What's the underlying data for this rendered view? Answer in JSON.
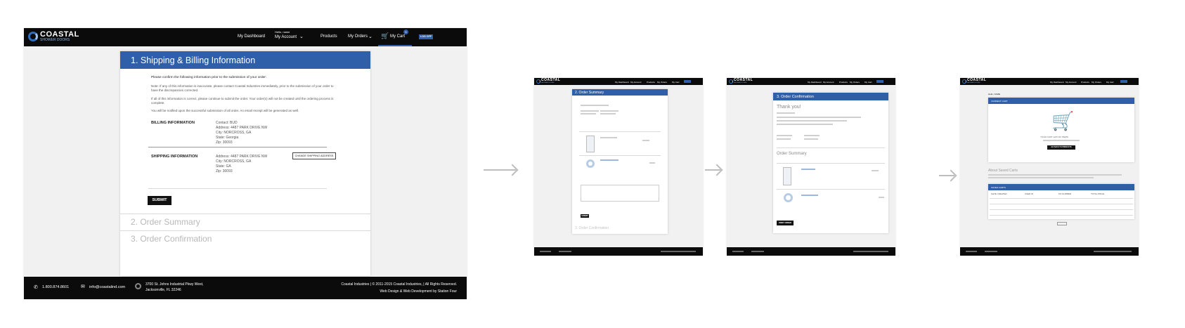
{
  "header": {
    "brand": "COASTAL",
    "brand_sub": "SHOWER DOORS",
    "nav": [
      "My Dashboard",
      "My Account",
      "Products",
      "My Orders",
      "My Cart"
    ],
    "greeting": "Hello, name",
    "cart_count": "5",
    "logout": "LOG OFF"
  },
  "main": {
    "step1_title": "1. Shipping & Billing Information",
    "intro": "Please confirm the following information prior to the submission of your order:",
    "para1": "Note: If any of this information is inaccurate, please contact Coastal Industries immediately, prior to the submission of your order to have the discrepancies corrected.",
    "para2": "If all of this information is correct, please continue to submit the order. Your order(s) will not be created until the ordering process is complete.",
    "para3": "You will be notified upon the successful submission of all order. An email receipt will be generated as well.",
    "billing_label": "BILLING INFORMATION",
    "billing_lines": [
      "Contact: BUD",
      "Address: 4487 PARK DRIVE NW",
      "City: NORCROSS, GA",
      "State: Georgia",
      "Zip: 30093"
    ],
    "shipping_label": "SHIPPING INFORMATION",
    "shipping_lines": [
      "Address: 4487 PARK DRIVE NW",
      "City: NORCROSS, GA",
      "State: GA",
      "Zip: 30093"
    ],
    "change_address": "CHANGE SHIPPING ADDRESS",
    "submit": "SUBMIT",
    "step2_title": "2. Order Summary",
    "step3_title": "3. Order Confirmation"
  },
  "footer": {
    "phone": "1.800.874.8601",
    "email": "info@coastalind.com",
    "address_line1": "3700 St. Johns Industrial Pkwy West,",
    "address_line2": "Jacksonville, FL 32246",
    "copyright": "Coastal Industries | © 2011-2015 Coastal Industries, | All Rights Reserved.",
    "credit": "Web Design & Web Development by Station Four"
  },
  "thumb2": {
    "title": "2. Order Summary",
    "step3": "3. Order Confirmation",
    "submit": "SUBMIT"
  },
  "thumb3": {
    "title": "3. Order Confirmation",
    "thanks": "Thank you!",
    "summary": "Order Summary",
    "print": "PRINT ORDER"
  },
  "thumb4": {
    "greeting": "Hello, NAME",
    "current_cart": "CURRENT CART",
    "empty": "YOUR CART HAS NO ITEMS",
    "go_products": "GO BACK TO PRODUCTS",
    "about_saved": "About Saved Carts",
    "saved_carts": "SAVED CARTS",
    "cols": [
      "SAVE CREATED",
      "USER ID",
      "PO NUMBER",
      "TOTAL PRICE"
    ]
  },
  "colors": {
    "accent": "#2e5fa8",
    "dark": "#0b0b0b",
    "background": "#f1f1f1"
  }
}
